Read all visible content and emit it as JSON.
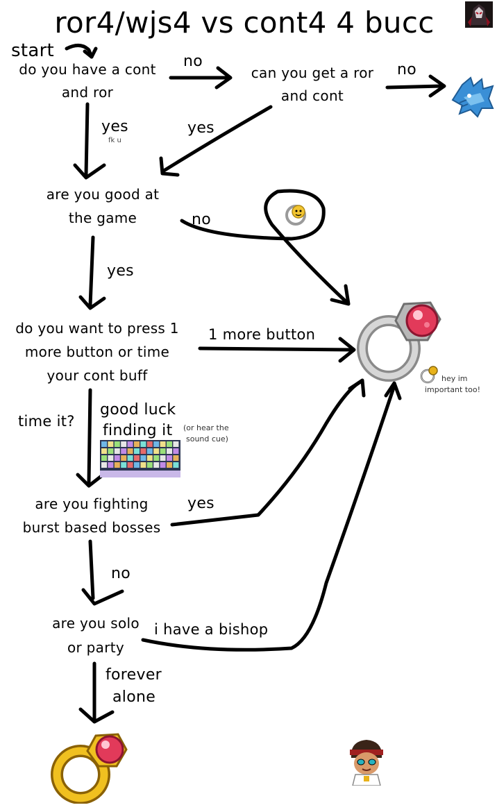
{
  "title": "ror4/wjs4 vs cont4 4 bucc",
  "labels": {
    "start": "start",
    "q1_line1": "do you have a cont",
    "q1_line2": "and ror",
    "no_1": "no",
    "q2_line1": "can you get a ror",
    "q2_line2": "and cont",
    "no_2": "no",
    "yes_1": "yes",
    "fku": "fk u",
    "yes_2": "yes",
    "q3_line1": "are you good at",
    "q3_line2": "the game",
    "no_3": "no",
    "yes_3": "yes",
    "q4_line1": "do you want to press 1",
    "q4_line2": "more button or time",
    "q4_line3": "your cont buff",
    "more_button": "1 more button",
    "important_line1": "hey im",
    "important_line2": "important too!",
    "time_it": "time it?",
    "good_luck_line1": "good luck",
    "good_luck_line2": "finding it",
    "sound_cue_line1": "(or hear the",
    "sound_cue_line2": "sound cue)",
    "q5_line1": "are you fighting",
    "q5_line2": "burst based bosses",
    "yes_4": "yes",
    "no_4": "no",
    "q6_line1": "are you solo",
    "q6_line2": "or party",
    "bishop": "i have a bishop",
    "forever_line1": "forever",
    "forever_line2": "alone"
  },
  "icons": {
    "champion_portrait": "champion-portrait-icon",
    "blue_dragon": "blue-dragon-icon",
    "face_ring": "emoji-ring-icon",
    "silver_ring": "silver-ruby-ring-icon",
    "small_ring": "small-gold-ring-icon",
    "skill_bar": "skill-bar-screenshot-icon",
    "gold_ring": "gold-ruby-ring-icon",
    "bucc_character": "pirate-character-icon"
  },
  "colors": {
    "ink": "#000000",
    "ruby": "#e23a5a",
    "silver": "#c9c9c9",
    "gold": "#e8b21a",
    "dragon_blue": "#3a8fd6"
  }
}
